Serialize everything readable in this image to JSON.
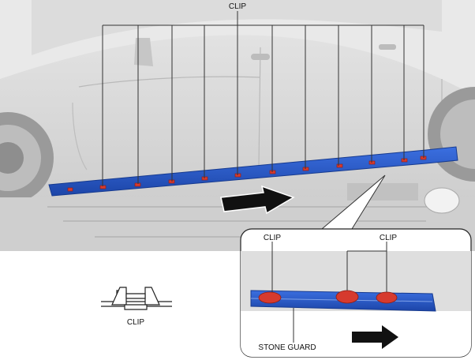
{
  "labels": {
    "top_clip": "CLIP",
    "inset_clip_left": "CLIP",
    "inset_clip_right": "CLIP",
    "stone_guard": "STONE GUARD",
    "clip_symbol": "CLIP"
  },
  "colors": {
    "stone_guard": "#2456c9",
    "clip": "#d63a2e",
    "body_gray": "#d4d4d4",
    "arrow": "#111111"
  },
  "icons": [
    "direction-arrow-icon",
    "clip-symbol-icon"
  ]
}
